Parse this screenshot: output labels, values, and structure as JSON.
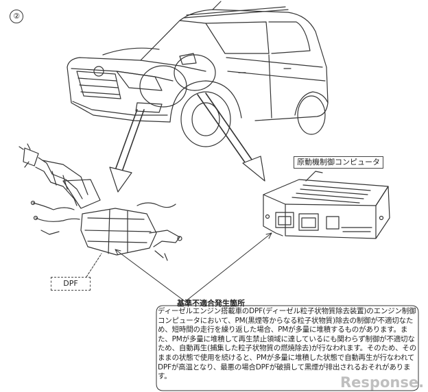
{
  "figure_number": "②",
  "labels": {
    "ecu": "原動機制御コンピュータ",
    "dpf": "DPF"
  },
  "callout": {
    "title": "基準不適合発生箇所",
    "body": "ディーゼルエンジン搭載車のDPF(ディーゼル粒子状物質除去装置)のエンジン制御コンピュータにおいて、PM(黒煙等からなる粒子状物質)除去の制御が不適切なため、短時間の走行を繰り返した場合、PMが多量に堆積するものがあります。また、PMが多量に堆積して再生禁止領域に達しているにも関わらず制御が不適切なため、自動再生(捕集した粒子状物質の燃焼除去)が行なわれます。そのため、そのままの状態で使用を続けると、PMが多量に堆積した状態で自動再生が行なわれてDPFが高温となり、最悪の場合DPFが破損して黒煙が排出されるおそれがあります。"
  },
  "watermark": "Response."
}
